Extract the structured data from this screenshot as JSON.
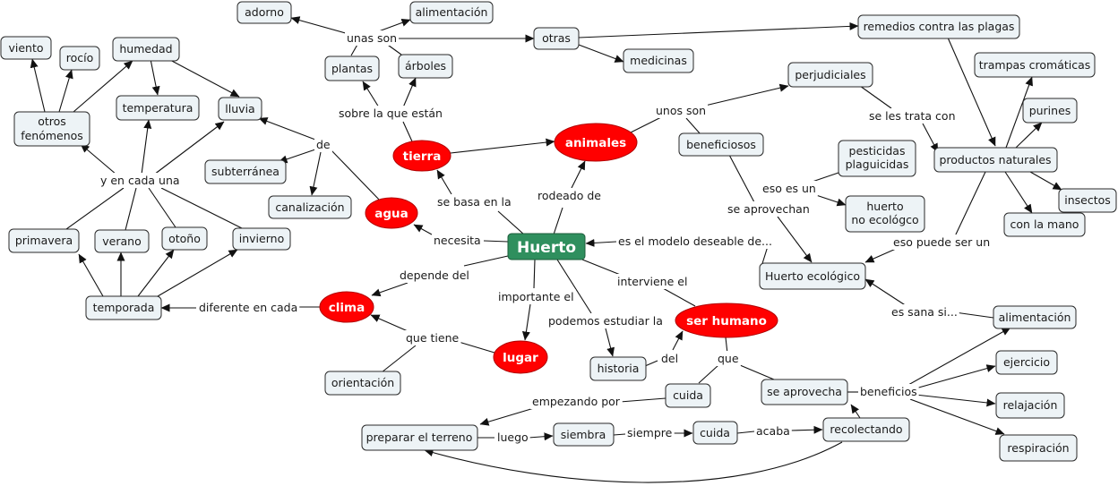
{
  "concepts": {
    "huerto": "Huerto",
    "tierra": "tierra",
    "animales": "animales",
    "agua": "agua",
    "clima": "clima",
    "lugar": "lugar",
    "ser_humano": "ser humano",
    "adorno": "adorno",
    "alimentacion_top": "alimentación",
    "plantas": "plantas",
    "arboles": "árboles",
    "otras": "otras",
    "medicinas": "medicinas",
    "remedios": "remedios contra las plagas",
    "trampas": "trampas cromáticas",
    "purines": "purines",
    "perjudiciales": "perjudiciales",
    "beneficiosos": "beneficiosos",
    "pesticidas": [
      "pesticidas",
      "plaguicidas"
    ],
    "productos": "productos naturales",
    "insectos": "insectos",
    "con_la_mano": "con la mano",
    "huerto_no_eco": [
      "huerto",
      "no ecológco"
    ],
    "huerto_eco": "Huerto ecológico",
    "alimentacion_bottom": "alimentación",
    "ejercicio": "ejercicio",
    "relajacion": "relajación",
    "respiracion": "respiración",
    "viento": "viento",
    "rocio": "rocío",
    "humedad": "humedad",
    "temperatura": "temperatura",
    "lluvia": "lluvia",
    "otros_fenomenos": [
      "otros",
      "fenómenos"
    ],
    "subterranea": "subterránea",
    "canalizacion": "canalización",
    "primavera": "primavera",
    "verano": "verano",
    "otono": "otoño",
    "invierno": "invierno",
    "temporada": "temporada",
    "orientacion": "orientación",
    "historia": "historia",
    "cuida_a": "cuida",
    "se_aprovecha": "se aprovecha",
    "preparar": "preparar el terreno",
    "siembra": "siembra",
    "cuida_b": "cuida",
    "recolectando": "recolectando"
  },
  "links": {
    "unas_son": "unas son",
    "sobre_la_que": "sobre la que están",
    "se_basa": "se basa en la",
    "rodeado_de": "rodeado de",
    "unos_son": "unos son",
    "se_les_trata": "se les trata con",
    "eso_es_un": "eso es un",
    "se_aprovechan": "se aprovechan",
    "eso_puede": "eso puede ser un",
    "es_el_modelo": "es el modelo deseable de...",
    "es_sana": "es sana si...",
    "de": "de",
    "y_en_cada": "y en cada una",
    "necesita": "necesita",
    "depende_del": "depende del",
    "diferente": "diferente en cada",
    "que_tiene": "que tiene",
    "importante": "importante el",
    "podemos": "podemos estudiar la",
    "interviene": "interviene el",
    "del": "del",
    "que": "que",
    "beneficios": "beneficios",
    "empezando": "empezando por",
    "luego": "luego",
    "siempre": "siempre",
    "acaba": "acaba"
  }
}
